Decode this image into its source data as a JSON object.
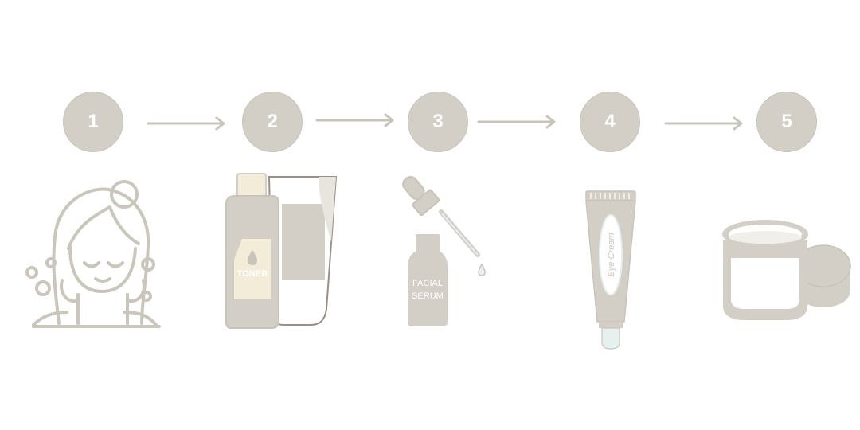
{
  "colors": {
    "circle": "#d3cfc6",
    "line": "#c9c4ba",
    "product": "#d3cfc6",
    "cream": "#f3ecd8",
    "tip": "#e6f0ef"
  },
  "steps": [
    {
      "number": "1",
      "icon": "face-wash-icon"
    },
    {
      "number": "2",
      "icon": "toner-bottle-icon"
    },
    {
      "number": "3",
      "icon": "facial-serum-icon"
    },
    {
      "number": "4",
      "icon": "eye-cream-tube-icon"
    },
    {
      "number": "5",
      "icon": "moisturizer-jar-icon"
    }
  ],
  "labels": {
    "toner": "TONER",
    "serum_line1": "FACIAL",
    "serum_line2": "SERUM",
    "eye_cream": "Eye Cream"
  }
}
